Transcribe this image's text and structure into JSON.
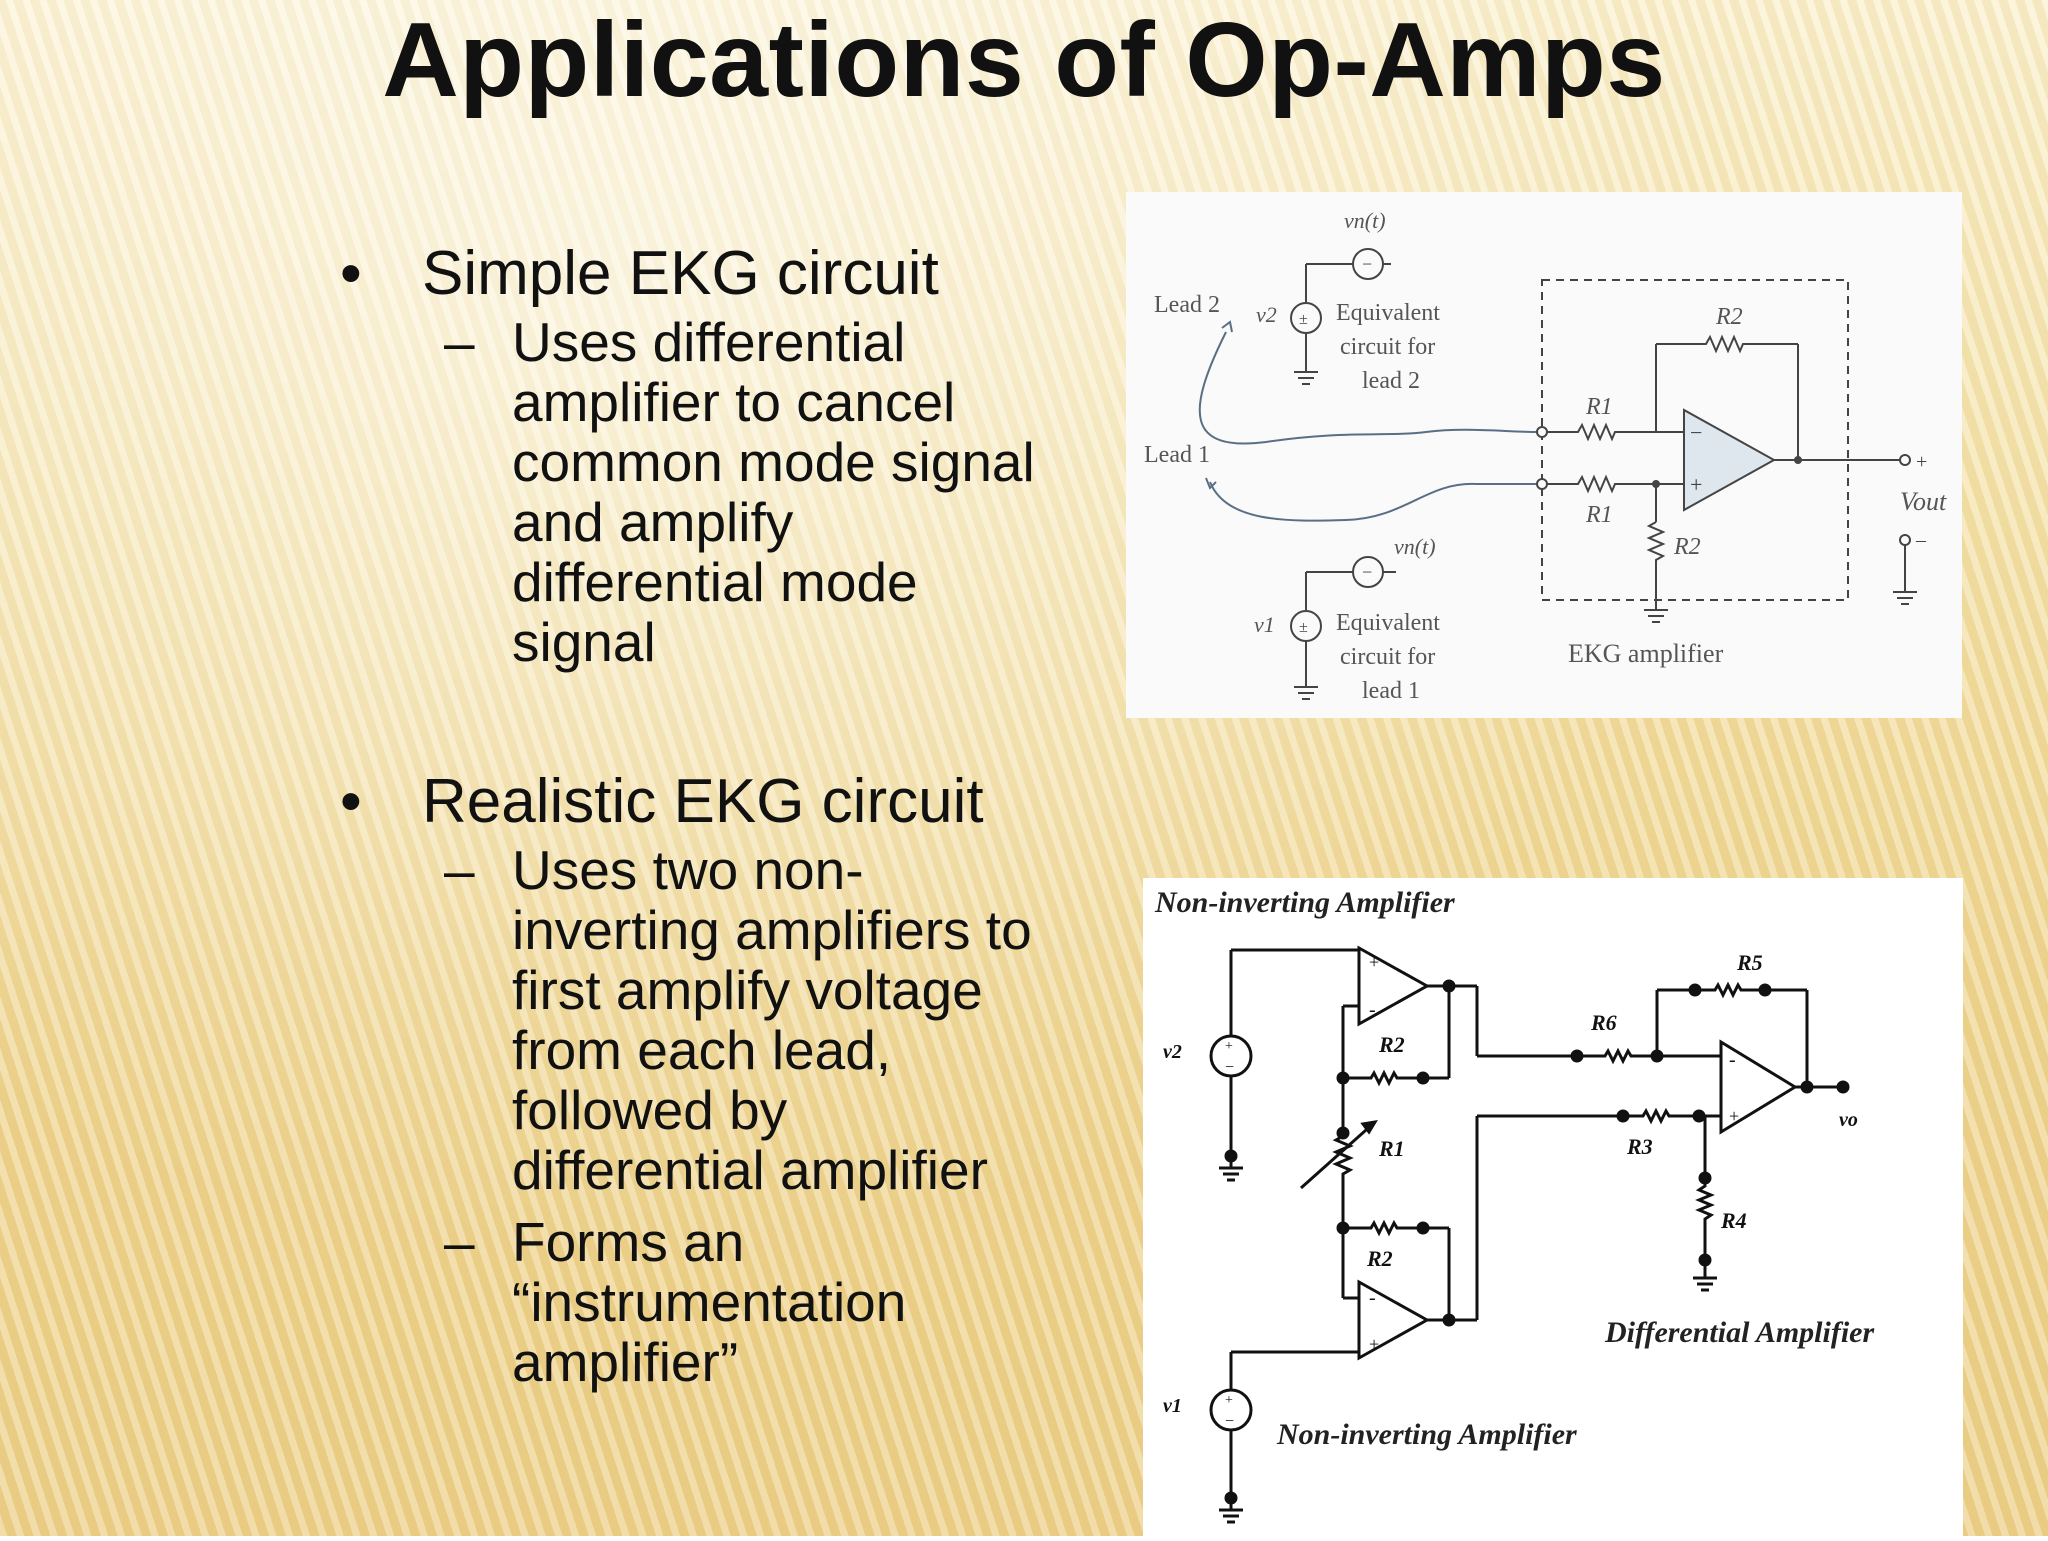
{
  "title": "Applications of Op-Amps",
  "bullets": [
    {
      "marker": "•",
      "text": "Simple EKG circuit",
      "subs": [
        {
          "marker": "–",
          "lines": [
            "Uses differential",
            "amplifier to cancel",
            "common mode signal",
            "and amplify",
            "differential mode",
            "signal"
          ]
        }
      ]
    },
    {
      "marker": "•",
      "text": "Realistic EKG circuit",
      "subs": [
        {
          "marker": "–",
          "lines": [
            "Uses two non-",
            "inverting amplifiers to",
            "first amplify voltage",
            "from each lead,",
            "followed by",
            "differential amplifier"
          ]
        },
        {
          "marker": "–",
          "lines": [
            "Forms an",
            "“instrumentation",
            "amplifier”"
          ]
        }
      ]
    }
  ],
  "figure1": {
    "vn_top": "vn(t)",
    "vn_bottom": "vn(t)",
    "lead2": "Lead 2",
    "lead1": "Lead 1",
    "v2": "v2",
    "v1": "v1",
    "equiv2": [
      "Equivalent",
      "circuit for",
      "lead 2"
    ],
    "equiv1": [
      "Equivalent",
      "circuit for",
      "lead 1"
    ],
    "r1_top": "R1",
    "r1_bottom": "R1",
    "r2_top": "R2",
    "r2_bottom": "R2",
    "vout": "Vout",
    "plus": "+",
    "minus": "–",
    "ekg_label": "EKG amplifier"
  },
  "figure2": {
    "noninv_top": "Non-inverting Amplifier",
    "noninv_bottom": "Non-inverting Amplifier",
    "diff": "Differential Amplifier",
    "v2": "v2",
    "v1": "v1",
    "vo": "vo",
    "r1": "R1",
    "r2_top": "R2",
    "r2_bottom": "R2",
    "r3": "R3",
    "r4": "R4",
    "r5": "R5",
    "r6": "R6",
    "plus": "+",
    "minus": "-"
  }
}
